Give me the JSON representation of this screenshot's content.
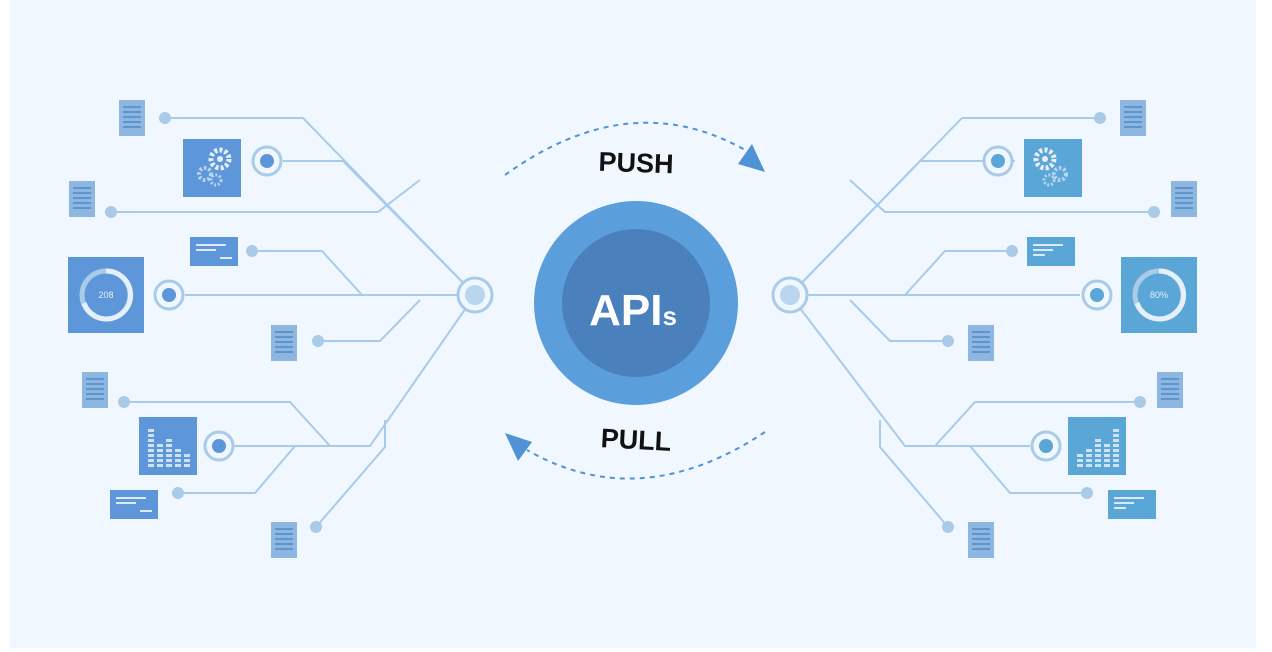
{
  "center": {
    "main": "API",
    "suffix": "s"
  },
  "flows": {
    "top": "PUSH",
    "bottom": "PULL"
  },
  "widgets": {
    "left_gauge_value": "208",
    "right_gauge_value": "80%"
  },
  "colors": {
    "background": "#f0f7fe",
    "line": "#a9cbe8",
    "dot": "#a9cbe8",
    "tile": "#5d97da",
    "tile_right": "#5aa6d6",
    "doc": "#8db7e0",
    "doc_line": "#5e94cc",
    "center_outer": "#5b9edc",
    "center_inner": "#4a80bb",
    "arrow": "#4f93d6",
    "text_dark": "#111111"
  }
}
